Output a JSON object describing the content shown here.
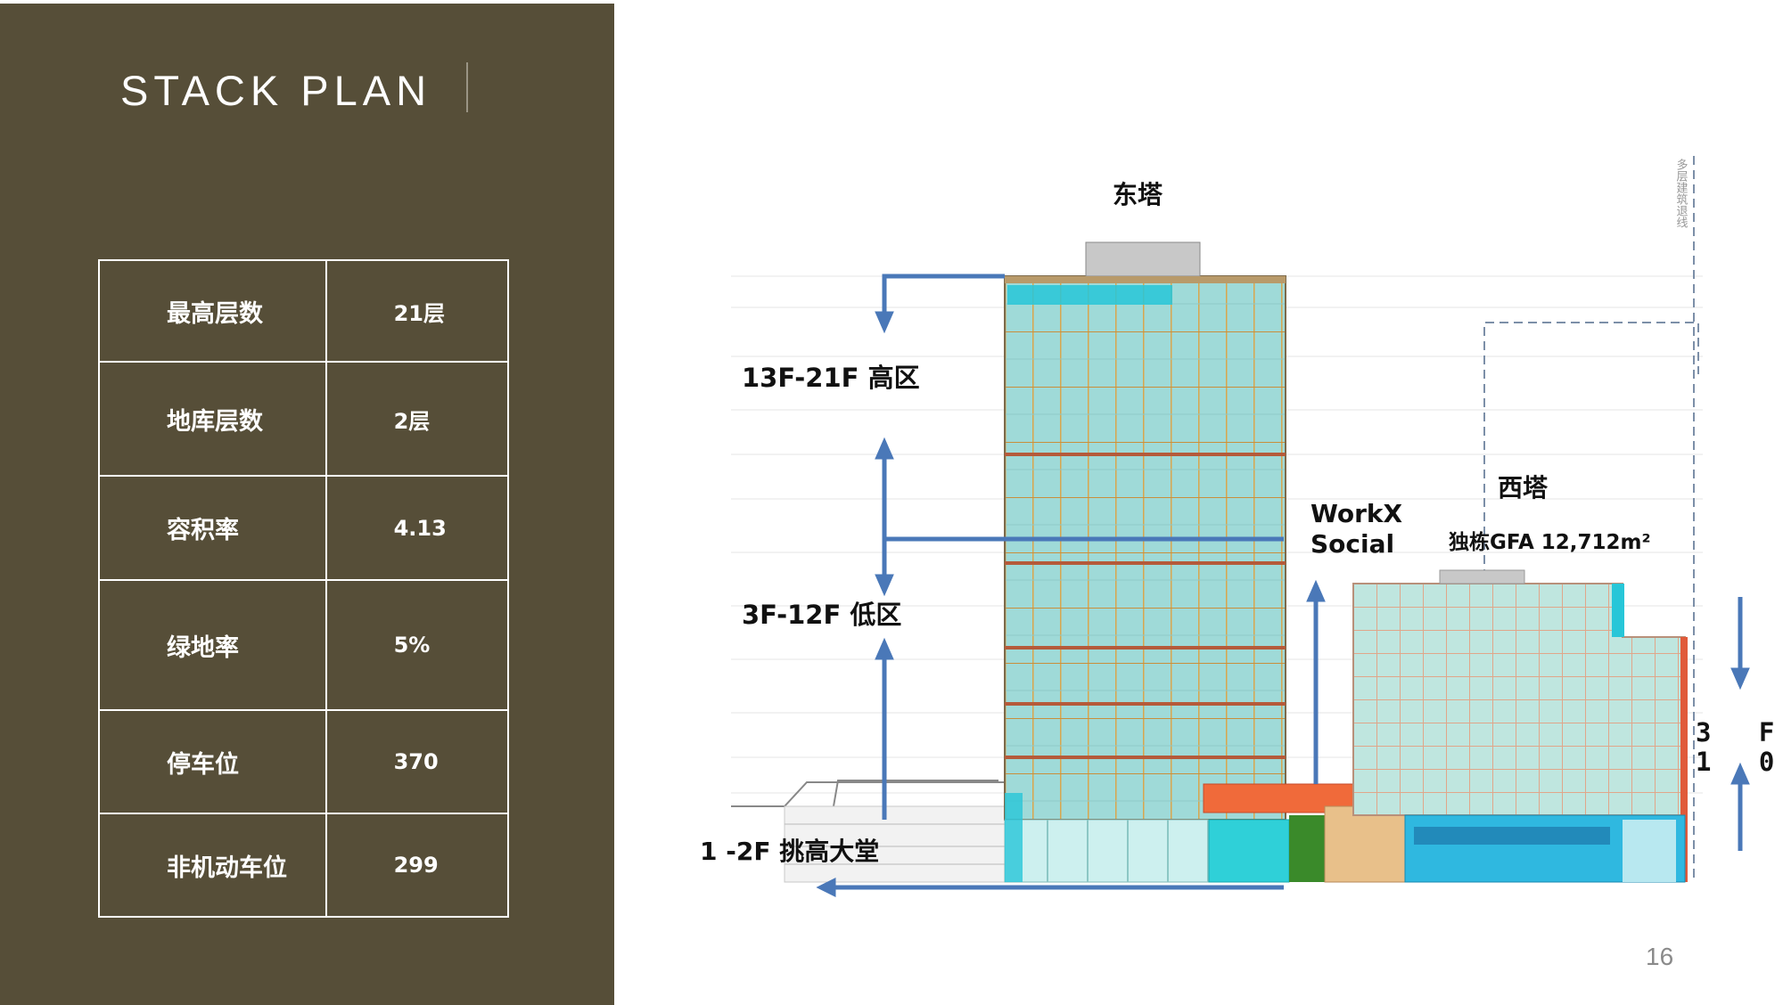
{
  "slide": {
    "title": "STACK PLAN",
    "page_number": "16"
  },
  "stats": [
    {
      "label": "最高层数",
      "value": "21层"
    },
    {
      "label": "地库层数",
      "value": "2层"
    },
    {
      "label": "容积率",
      "value": "4.13"
    },
    {
      "label": "绿地率",
      "value": "5%"
    },
    {
      "label": "停车位",
      "value": "370"
    },
    {
      "label": "非机动车位",
      "value": "299"
    }
  ],
  "drawing": {
    "east_tower": "东塔",
    "west_tower": "西塔",
    "high_zone": "13F-21F 高区",
    "low_zone": "3F-12F 低区",
    "lobby": "1 -2F 挑高大堂",
    "workx_line1": "WorkX",
    "workx_line2": "Social",
    "west_gfa": "独栋GFA  12,712m²",
    "west_floors_line1": "3 F -",
    "west_floors_line2": "1 0 F",
    "setback_note": "多层建筑退线"
  },
  "colors": {
    "panel": "#564e38",
    "arrow_blue": "#4a78b8",
    "glass": "#9fdad8",
    "frame": "#d4a24a"
  }
}
